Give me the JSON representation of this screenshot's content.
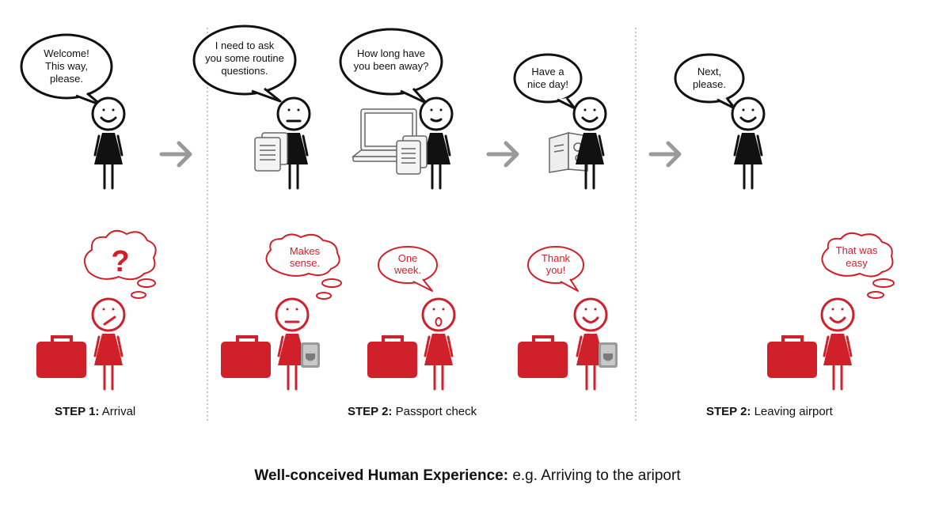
{
  "officer_speech": [
    [
      "Welcome!",
      "This way,",
      "please."
    ],
    [
      "I need to ask",
      "you some routine",
      "questions."
    ],
    [
      "How long have",
      "you been away?"
    ],
    [
      "Have a",
      "nice day!"
    ],
    [
      "Next,",
      "please."
    ]
  ],
  "traveler_thoughts": [
    [
      "?"
    ],
    [
      "Makes",
      "sense."
    ],
    [
      "One",
      "week."
    ],
    [
      "Thank",
      "you!"
    ],
    [
      "That was",
      "easy"
    ]
  ],
  "steps": [
    {
      "label_bold": "STEP 1:",
      "label_rest": "Arrival"
    },
    {
      "label_bold": "STEP 2:",
      "label_rest": "Passport check"
    },
    {
      "label_bold": "STEP 2:",
      "label_rest": "Leaving airport"
    }
  ],
  "caption": {
    "bold": "Well-conceived Human Experience:",
    "rest": "e.g. Arriving to the ariport"
  },
  "colors": {
    "officer": "#111111",
    "traveler": "#d0212b",
    "arrow": "#9a9a9a",
    "divider": "#b5b5b5"
  }
}
